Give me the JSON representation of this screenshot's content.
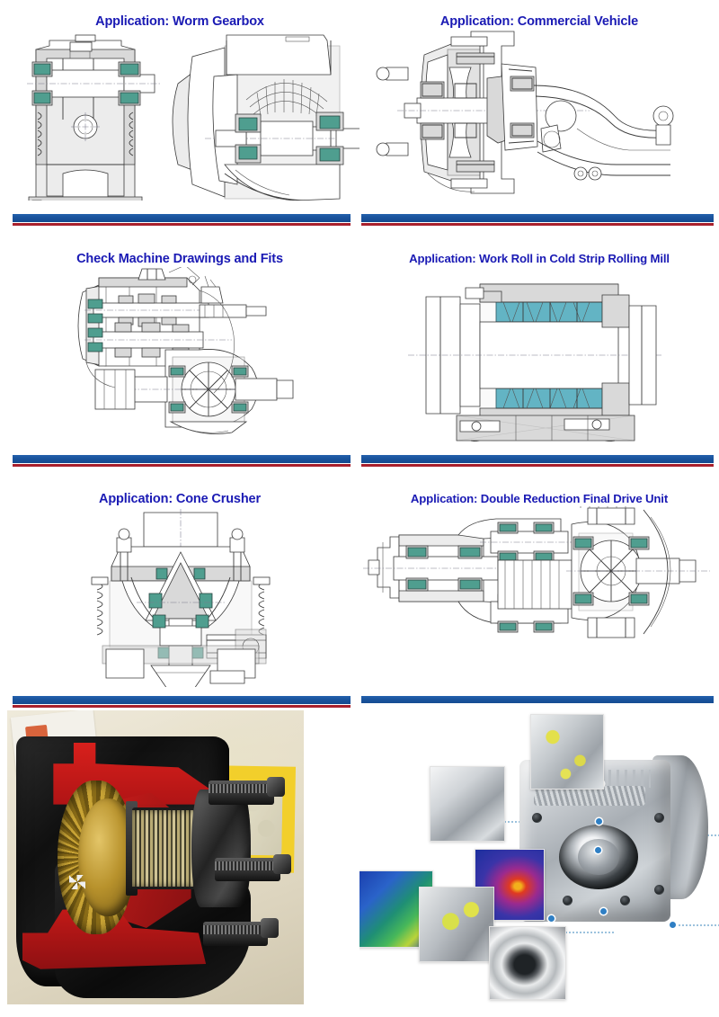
{
  "document": {
    "type": "bearing-application-gallery",
    "panel_count": 8,
    "columns": 2,
    "rows": 4
  },
  "theme": {
    "title_color": "#1a1ab4",
    "divider_blue": "#1a549e",
    "divider_red": "#a8202c",
    "bearing_highlight_green": "#4f9e8f",
    "bearing_highlight_teal": "#63b4c4",
    "drawing_line": "#3b3b3b",
    "background": "#ffffff"
  },
  "panels": [
    {
      "id": "worm-gearbox",
      "title": "Application: Worm Gearbox",
      "row": 1,
      "column": "left",
      "content_type": "technical-drawing",
      "description": "Two cross-sectional engineering views of a worm gearbox housing with highlighted bearing locations",
      "views": 2,
      "highlighted_bearings": 8
    },
    {
      "id": "commercial-vehicle",
      "title": "Application: Commercial Vehicle",
      "row": 1,
      "column": "right",
      "content_type": "technical-drawing",
      "description": "Cross-section of a commercial vehicle wheel hub, axle and suspension arm assembly",
      "views": 1,
      "highlighted_bearings": 4
    },
    {
      "id": "machine-drawings-fits",
      "title": "Check Machine Drawings and Fits",
      "row": 2,
      "column": "left",
      "content_type": "technical-drawing",
      "description": "Detailed sectional drawing of a multi-shaft transmission with differential output",
      "views": 1,
      "highlighted_bearings": 12
    },
    {
      "id": "work-roll-cold-strip",
      "title": "Application: Work Roll in Cold Strip Rolling Mill",
      "row": 2,
      "column": "right",
      "content_type": "technical-drawing",
      "description": "Sectional drawing of a rolling mill work roll chock with four-row tapered roller bearings",
      "views": 1,
      "highlighted_bearings": 2
    },
    {
      "id": "cone-crusher",
      "title": "Application: Cone Crusher",
      "row": 3,
      "column": "left",
      "content_type": "technical-drawing",
      "description": "Vertical cross-section of a cone crusher main shaft, mantle and spring release system",
      "views": 1,
      "highlighted_bearings": 8
    },
    {
      "id": "double-reduction-final-drive",
      "title": "Application: Double Reduction Final Drive Unit",
      "row": 3,
      "column": "right",
      "content_type": "technical-drawing",
      "description": "Horizontal cross-section of a double reduction final drive axle unit with pinion, gear and differential",
      "views": 1,
      "highlighted_bearings": 12
    },
    {
      "id": "differential-cutaway-photo",
      "title": "",
      "row": 4,
      "column": "left",
      "content_type": "photograph",
      "description": "Photograph of a sectioned differential display model: red painted cut faces, black cast housing, gold hypoid ring gear and exposed tapered roller bearings with mounting studs"
    },
    {
      "id": "worm-gearbox-cad-callouts",
      "title": "",
      "row": 4,
      "column": "right",
      "content_type": "cad-rendering",
      "description": "CAD rendering of an aluminium worm gearbox with dotted leader lines to detail thumbnails",
      "callouts": [
        {
          "id": "callout-assembly-detail",
          "label": "",
          "kind": "cad-assembly",
          "position": "top-right"
        },
        {
          "id": "callout-worm-wheel",
          "label": "",
          "kind": "cad-greyscale",
          "position": "upper-left"
        },
        {
          "id": "callout-fea-stress-map",
          "label": "",
          "kind": "fea-colormap",
          "position": "center"
        },
        {
          "id": "callout-fea-housing",
          "label": "",
          "kind": "fea-colormap",
          "position": "lower-left"
        },
        {
          "id": "callout-flange-contact",
          "label": "",
          "kind": "fea-contact",
          "position": "lower-left-2"
        },
        {
          "id": "callout-shaft-seal",
          "label": "",
          "kind": "cad-seal",
          "position": "bottom-center"
        }
      ]
    }
  ],
  "dividers": [
    {
      "after_row": 1,
      "columns": [
        "left",
        "right"
      ]
    },
    {
      "after_row": 2,
      "columns": [
        "left",
        "right"
      ]
    },
    {
      "after_row": 3,
      "columns": [
        "left",
        "right"
      ]
    }
  ]
}
